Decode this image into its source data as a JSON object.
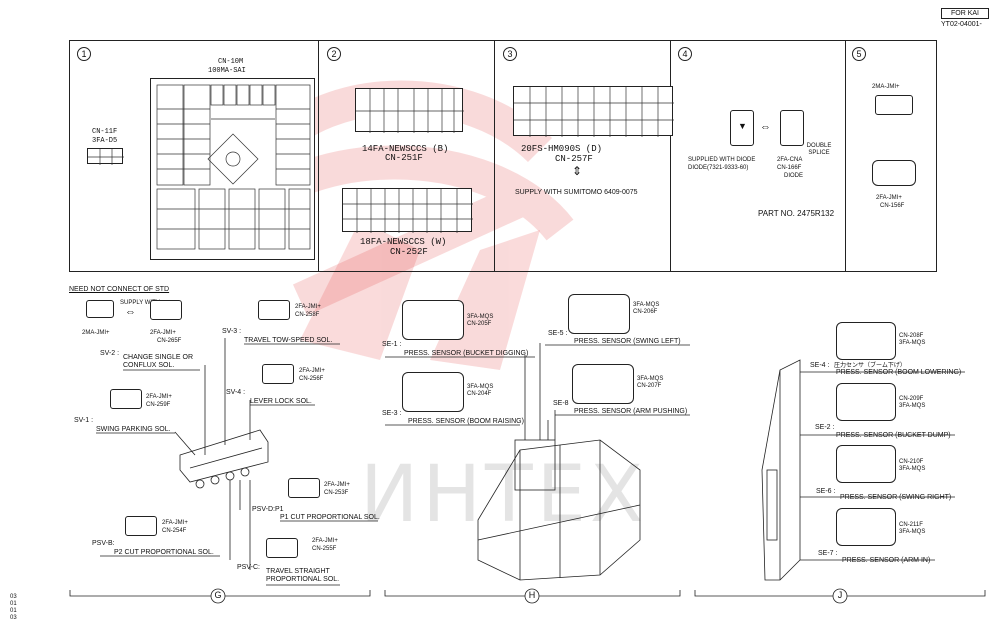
{
  "header": {
    "for_label": "FOR KAI",
    "doc_code": "YT02-04001-"
  },
  "left_margin_numbers": [
    "03",
    "01",
    "01",
    "03"
  ],
  "panels": {
    "p1": {
      "num": "1",
      "main_conn_id": "CN-10M",
      "main_conn_part": "100MA-SAI",
      "small_conn_id": "CN-11F",
      "small_conn_part": "3FA-D5"
    },
    "p2": {
      "num": "2",
      "conn_a_part": "14FA-NEWSCCS (B)",
      "conn_a_id": "CN-251F",
      "conn_b_part": "18FA-NEWSCCS (W)",
      "conn_b_id": "CN-252F"
    },
    "p3": {
      "num": "3",
      "conn_part": "20FS-HM090S (D)",
      "conn_id": "CN-257F",
      "supply_text": "SUPPLY WITH SUMITOMO 6409-0075"
    },
    "p4": {
      "num": "4",
      "supplied_text": "SUPPLIED WITH DIODE",
      "diode_part": "DIODE(7321-9333-60)",
      "cna_part": "2FA-CNA",
      "cna_id": "CN-166F",
      "diode_label": "DIODE",
      "splice_label": "DOUBLE SPLICE",
      "part_no": "PART NO. 2475R132"
    },
    "p5": {
      "num": "5",
      "top_part": "2MA-JMI+",
      "bot_part": "2FA-JMI+",
      "bot_id": "CN-156F"
    }
  },
  "section_g": {
    "letter": "G",
    "need_not": "NEED NOT CONNECT OF STD",
    "supply_with": "SUPPLY WITH",
    "male_part": "2MA-JMI+",
    "female_part": "2FA-JMI+",
    "female_id": "CN-265F",
    "items": [
      {
        "code": "SV-2 :",
        "desc": "CHANGE SINGLE OR CONFLUX SOL."
      },
      {
        "code": "SV-3 :",
        "desc": "TRAVEL TOW-SPEED SOL.",
        "conn_part": "2FA-JMI+",
        "conn_id": "CN-258F"
      },
      {
        "code": "SV-4 :",
        "desc": "LEVER LOCK SOL.",
        "conn_part": "2FA-JMI+",
        "conn_id": "CN-256F"
      },
      {
        "code": "SV-1 :",
        "desc": "SWING PARKING SOL.",
        "conn_part": "2FA-JMI+",
        "conn_id": "CN-259F"
      },
      {
        "code": "PSV-D:P1",
        "desc": "P1 CUT PROPORTIONAL SOL.",
        "conn_part": "2FA-JMI+",
        "conn_id": "CN-253F"
      },
      {
        "code": "PSV-B:",
        "desc": "P2 CUT PROPORTIONAL SOL.",
        "conn_part": "2FA-JMI+",
        "conn_id": "CN-254F"
      },
      {
        "code": "PSV-C:",
        "desc": "TRAVEL STRAIGHT PROPORTIONAL SOL.",
        "conn_part": "2FA-JMI+",
        "conn_id": "CN-255F"
      }
    ]
  },
  "section_h": {
    "letter": "H",
    "sensors": [
      {
        "code": "SE-1 :",
        "desc": "PRESS. SENSOR (BUCKET DIGGING)",
        "conn_part": "3FA-MQS",
        "conn_id": "CN-205F"
      },
      {
        "code": "SE-5 :",
        "desc": "PRESS. SENSOR (SWING LEFT)",
        "conn_part": "3FA-MQS",
        "conn_id": "CN-206F"
      },
      {
        "code": "SE-3 :",
        "desc": "PRESS. SENSOR (BOOM RAISING)",
        "conn_part": "3FA-MQS",
        "conn_id": "CN-204F"
      },
      {
        "code": "SE-8",
        "desc": "PRESS. SENSOR (ARM PUSHING)",
        "conn_part": "3FA-MQS",
        "conn_id": "CN-207F"
      }
    ]
  },
  "section_j": {
    "letter": "J",
    "sensors": [
      {
        "code": "SE-4 :",
        "desc": "PRESS. SENSOR (BOOM LOWERING)",
        "jp": "圧力センサ（ブーム下げ）",
        "conn_id": "CN-208F",
        "conn_part": "3FA-MQS"
      },
      {
        "code": "SE-2 :",
        "desc": "PRESS. SENSOR (BUCKET DUMP)",
        "conn_id": "CN-209F",
        "conn_part": "3FA-MQS"
      },
      {
        "code": "SE-6 :",
        "desc": "PRESS. SENSOR (SWING RIGHT)",
        "conn_id": "CN-210F",
        "conn_part": "3FA-MQS"
      },
      {
        "code": "SE-7 :",
        "desc": "PRESS. SENSOR (ARM IN)",
        "conn_id": "CN-211F",
        "conn_part": "3FA-MQS"
      }
    ]
  },
  "watermark": {
    "text": "ИНТЕХ",
    "color": "#d22"
  }
}
